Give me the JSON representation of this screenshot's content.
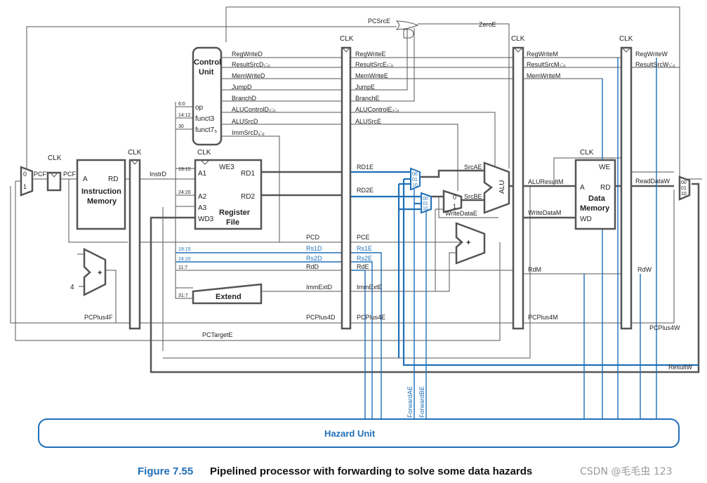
{
  "clk": "CLK",
  "blocks": {
    "control_unit_l1": "Control",
    "control_unit_l2": "Unit",
    "instr_mem_l1": "Instruction",
    "instr_mem_l2": "Memory",
    "reg_file_l1": "Register",
    "reg_file_l2": "File",
    "data_mem_l1": "Data",
    "data_mem_l2": "Memory",
    "extend": "Extend",
    "alu": "ALU",
    "hazard_unit": "Hazard Unit",
    "adder": "+"
  },
  "ports": {
    "a": "A",
    "rd": "RD",
    "we": "WE",
    "we3": "WE3",
    "a1": "A1",
    "a2": "A2",
    "a3": "A3",
    "wd3": "WD3",
    "rd1": "RD1",
    "rd2": "RD2",
    "wd": "WD",
    "op": "op",
    "funct3": "funct3",
    "funct7": "funct7₅",
    "mux0": "0",
    "mux1": "1",
    "m00": "00",
    "m01": "01",
    "m10": "10",
    "four": "4"
  },
  "bits": {
    "b6_0": "6:0",
    "b14_12": "14:12",
    "b30": "30",
    "b19_15": "19:15",
    "b24_20": "24:20",
    "b11_7": "11:7",
    "b31_7": "31:7"
  },
  "signals": {
    "PCSrcE": "PCSrcE",
    "ZeroE": "ZeroE",
    "RegWriteD": "RegWriteD",
    "ResultSrcD": "ResultSrcD₁:₀",
    "MemWriteD": "MemWriteD",
    "JumpD": "JumpD",
    "BranchD": "BranchD",
    "ALUControlD": "ALUControlD₂:₀",
    "ALUSrcD": "ALUSrcD",
    "ImmSrcD": "ImmSrcD₁:₀",
    "RegWriteE": "RegWriteE",
    "ResultSrcE": "ResultSrcE₁:₀",
    "MemWriteE": "MemWriteE",
    "JumpE": "JumpE",
    "BranchE": "BranchE",
    "ALUControlE": "ALUControlE₂:₀",
    "ALUSrcE": "ALUSrcE",
    "RegWriteM": "RegWriteM",
    "ResultSrcM": "ResultSrcM₁:₀",
    "MemWriteM": "MemWriteM",
    "RegWriteW": "RegWriteW",
    "ResultSrcW": "ResultSrcW₁:₀",
    "PCFp": "PCF'",
    "PCF": "PCF",
    "InstrD": "InstrD",
    "PCPlus4F": "PCPlus4F",
    "RD1E": "RD1E",
    "RD2E": "RD2E",
    "SrcAE": "SrcAE",
    "SrcBE": "SrcBE",
    "WriteDataE": "WriteDataE",
    "PCD": "PCD",
    "PCE": "PCE",
    "Rs1D": "Rs1D",
    "Rs1E": "Rs1E",
    "Rs2D": "Rs2D",
    "Rs2E": "Rs2E",
    "RdD": "RdD",
    "RdE": "RdE",
    "ImmExtD": "ImmExtD",
    "ImmExtE": "ImmExtE",
    "PCPlus4D": "PCPlus4D",
    "PCPlus4E": "PCPlus4E",
    "PCTargetE": "PCTargetE",
    "ALUResultM": "ALUResultM",
    "WriteDataM": "WriteDataM",
    "RdM": "RdM",
    "PCPlus4M": "PCPlus4M",
    "ReadDataW": "ReadDataW",
    "RdW": "RdW",
    "PCPlus4W": "PCPlus4W",
    "ResultW": "ResultW",
    "ForwardAE": "ForwardAE",
    "ForwardBE": "ForwardBE"
  },
  "caption": {
    "number": "Figure 7.55",
    "text": "Pipelined processor with forwarding to solve some data hazards"
  },
  "watermark": "CSDN @毛毛虫 123",
  "colors": {
    "wire": "#555555",
    "forwarding": "#1f6fb7",
    "caption_number": "#1f6fb7"
  }
}
